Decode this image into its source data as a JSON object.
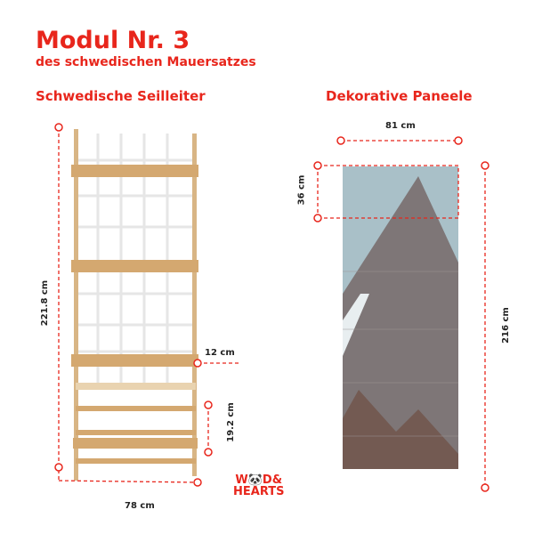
{
  "header": {
    "title": "Modul Nr. 3",
    "subtitle": "des schwedischen Mauersatzes"
  },
  "ladder": {
    "heading": "Schwedische Seilleiter",
    "height": "221.8 cm",
    "width": "78 cm",
    "rail_offset": "12 cm",
    "rung_spacing": "19.2 cm"
  },
  "panels": {
    "heading": "Dekorative Paneele",
    "width": "81 cm",
    "panel_height": "36 cm",
    "height": "216 cm"
  },
  "logo": {
    "text": "WOOD& HEARTS"
  },
  "colors": {
    "accent": "#e8261c",
    "wood": "#d8b585",
    "sky": "#a9c0c8",
    "mountain": "#7e7677",
    "hills": "#735a52"
  }
}
